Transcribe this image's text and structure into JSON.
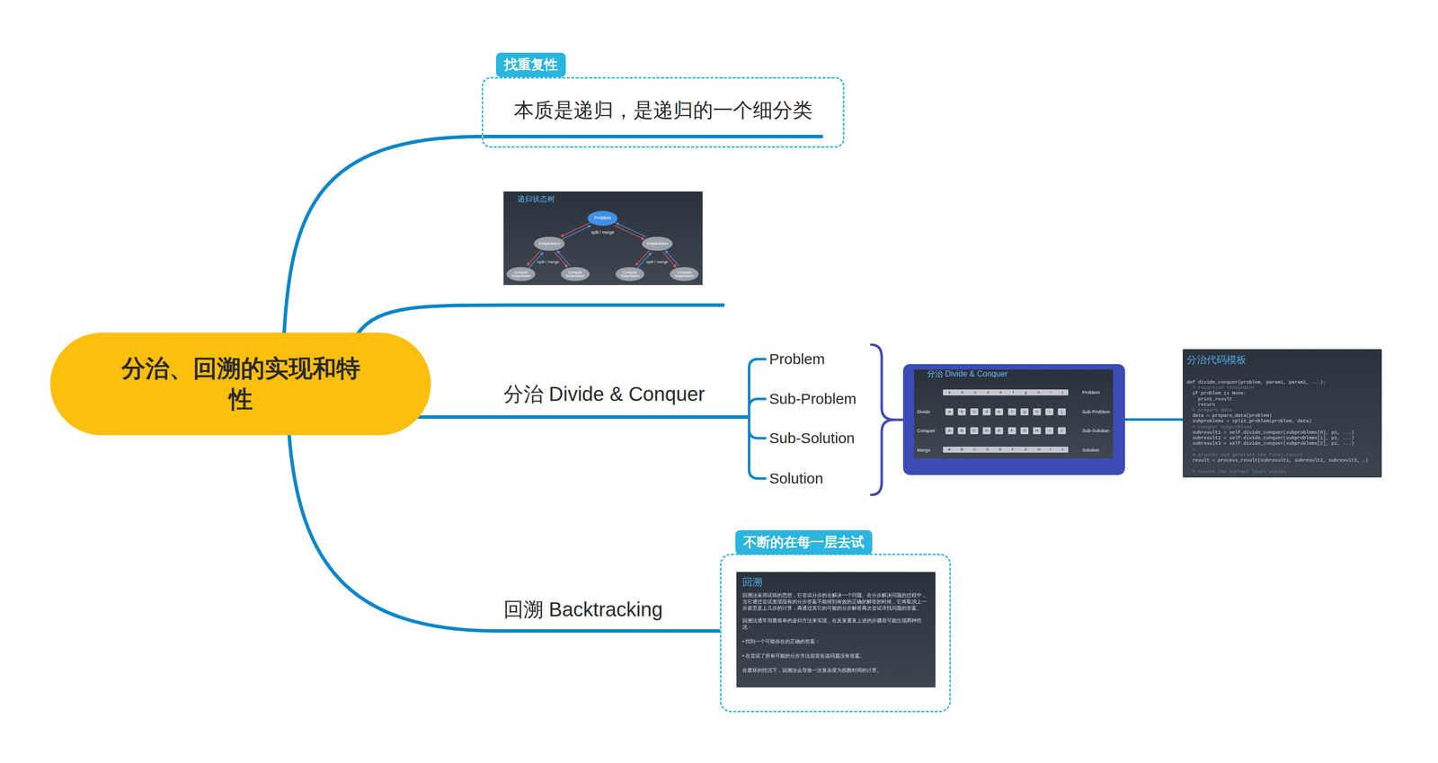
{
  "diagram": {
    "nodes": [
      {
        "text": [
          "分治、回溯的实现和特性"
        ]
      },
      {
        "text": [
          "找重复性",
          "本质是递归，是递归的一个细分类"
        ]
      },
      {
        "text": [
          "递归状态树"
        ]
      },
      {
        "text": [
          "Problem"
        ],
        "in": 2
      },
      {
        "text": [
          "Subproblem"
        ],
        "in": 2
      },
      {
        "text": [
          "Subproblem"
        ],
        "in": 2
      },
      {
        "text": [
          "Compute Subproblem"
        ],
        "in": 2
      },
      {
        "text": [
          "Compute Subproblem"
        ],
        "in": 2
      },
      {
        "text": [
          "Compute Subproblem"
        ],
        "in": 2
      },
      {
        "text": [
          "Compute Subproblem"
        ],
        "in": 2
      },
      {
        "text": [
          "分治 Divide & Conquer"
        ]
      },
      {
        "text": [
          "Problem"
        ]
      },
      {
        "text": [
          "Sub-Problem"
        ]
      },
      {
        "text": [
          "Sub-Solution"
        ]
      },
      {
        "text": [
          "Solution"
        ]
      },
      {
        "text": [
          "分治 Divide & Conquer",
          "Divide",
          "Conquer",
          "Merge",
          "Problem",
          "Sub-Problem",
          "Sub-Solution",
          "Solution"
        ]
      },
      {
        "text": [
          "a",
          "b",
          "c",
          "d",
          "e",
          "f",
          "g",
          "h",
          "i",
          "j"
        ],
        "in": 15
      },
      {
        "text": [
          "a"
        ],
        "in": 15
      },
      {
        "text": [
          "b"
        ],
        "in": 15
      },
      {
        "text": [
          "c"
        ],
        "in": 15
      },
      {
        "text": [
          "d"
        ],
        "in": 15
      },
      {
        "text": [
          "e"
        ],
        "in": 15
      },
      {
        "text": [
          "f"
        ],
        "in": 15
      },
      {
        "text": [
          "g"
        ],
        "in": 15
      },
      {
        "text": [
          "h"
        ],
        "in": 15
      },
      {
        "text": [
          "i"
        ],
        "in": 15
      },
      {
        "text": [
          "j"
        ],
        "in": 15
      },
      {
        "text": [
          "A"
        ],
        "in": 15
      },
      {
        "text": [
          "B"
        ],
        "in": 15
      },
      {
        "text": [
          "C"
        ],
        "in": 15
      },
      {
        "text": [
          "D"
        ],
        "in": 15
      },
      {
        "text": [
          "E"
        ],
        "in": 15
      },
      {
        "text": [
          "F"
        ],
        "in": 15
      },
      {
        "text": [
          "G"
        ],
        "in": 15
      },
      {
        "text": [
          "H"
        ],
        "in": 15
      },
      {
        "text": [
          "I"
        ],
        "in": 15
      },
      {
        "text": [
          "J"
        ],
        "in": 15
      },
      {
        "text": [
          "A",
          "B",
          "C",
          "D",
          "E",
          "F",
          "G",
          "H",
          "I",
          "J"
        ],
        "in": 15
      },
      {
        "text": [
          "分治代码模板",
          "def divide_conquer(problem, param1, param2, ...):",
          "  # recursion terminator",
          "  if problem is None:",
          "    print_result",
          "    return",
          "  # prepare data",
          "  data = prepare_data(problem)",
          "  subproblems = split_problem(problem, data)",
          "  # conquer subproblems",
          "  subresult1 = self.divide_conquer(subproblems[0], p1, ...)",
          "  subresult2 = self.divide_conquer(subproblems[1], p1, ...)",
          "  subresult3 = self.divide_conquer(subproblems[2], p1, ...)",
          "  …",
          "  # process and generate the final result",
          "  result = process_result(subresult1, subresult2, subresult3, …)",
          "  # revert the current level states"
        ]
      },
      {
        "text": [
          "回溯 Backtracking"
        ]
      },
      {
        "text": [
          "不断的在每一层去试"
        ]
      },
      {
        "text": [
          "回溯",
          "回溯法采用试错的思想，它尝试分步的去解决一个问题。在分步解决问题的过程中，当它通过尝试发现现有的分步答案不能得到有效的正确的解答的时候，它将取消上一步甚至是上几步的计算，再通过其它的可能的分步解答再次尝试寻找问题的答案。",
          "回溯法通常用最简单的递归方法来实现，在反复重复上述的步骤后可能出现两种情况：",
          "• 找到一个可能存在的正确的答案；",
          "• 在尝试了所有可能的分步方法后宣告该问题没有答案。",
          "在最坏的情况下，回溯法会导致一次复杂度为指数时间的计算。"
        ],
        "in": 40
      }
    ],
    "edges": [
      {
        "from": 0,
        "to": 1,
        "arrow": "none"
      },
      {
        "from": 0,
        "to": 2,
        "arrow": "none"
      },
      {
        "from": 3,
        "to": 4,
        "arrow": "both"
      },
      {
        "from": 3,
        "to": 5,
        "arrow": "both"
      },
      {
        "from": 4,
        "to": 6,
        "arrow": "both"
      },
      {
        "from": 4,
        "to": 7,
        "arrow": "both"
      },
      {
        "from": 5,
        "to": 8,
        "arrow": "both"
      },
      {
        "from": 5,
        "to": 9,
        "arrow": "both"
      },
      {
        "from": 0,
        "to": 10,
        "arrow": "none"
      },
      {
        "from": 10,
        "to": 11,
        "arrow": "none"
      },
      {
        "from": 10,
        "to": 12,
        "arrow": "none"
      },
      {
        "from": 10,
        "to": 13,
        "arrow": "none"
      },
      {
        "from": 10,
        "to": 14,
        "arrow": "none"
      },
      {
        "from": 15,
        "to": 38,
        "arrow": "none"
      },
      {
        "from": 0,
        "to": 39,
        "arrow": "none"
      },
      {
        "from": 39,
        "to": 40,
        "arrow": "none"
      }
    ],
    "labels": [
      "split / merge",
      "split / merge",
      "split / merge"
    ]
  }
}
